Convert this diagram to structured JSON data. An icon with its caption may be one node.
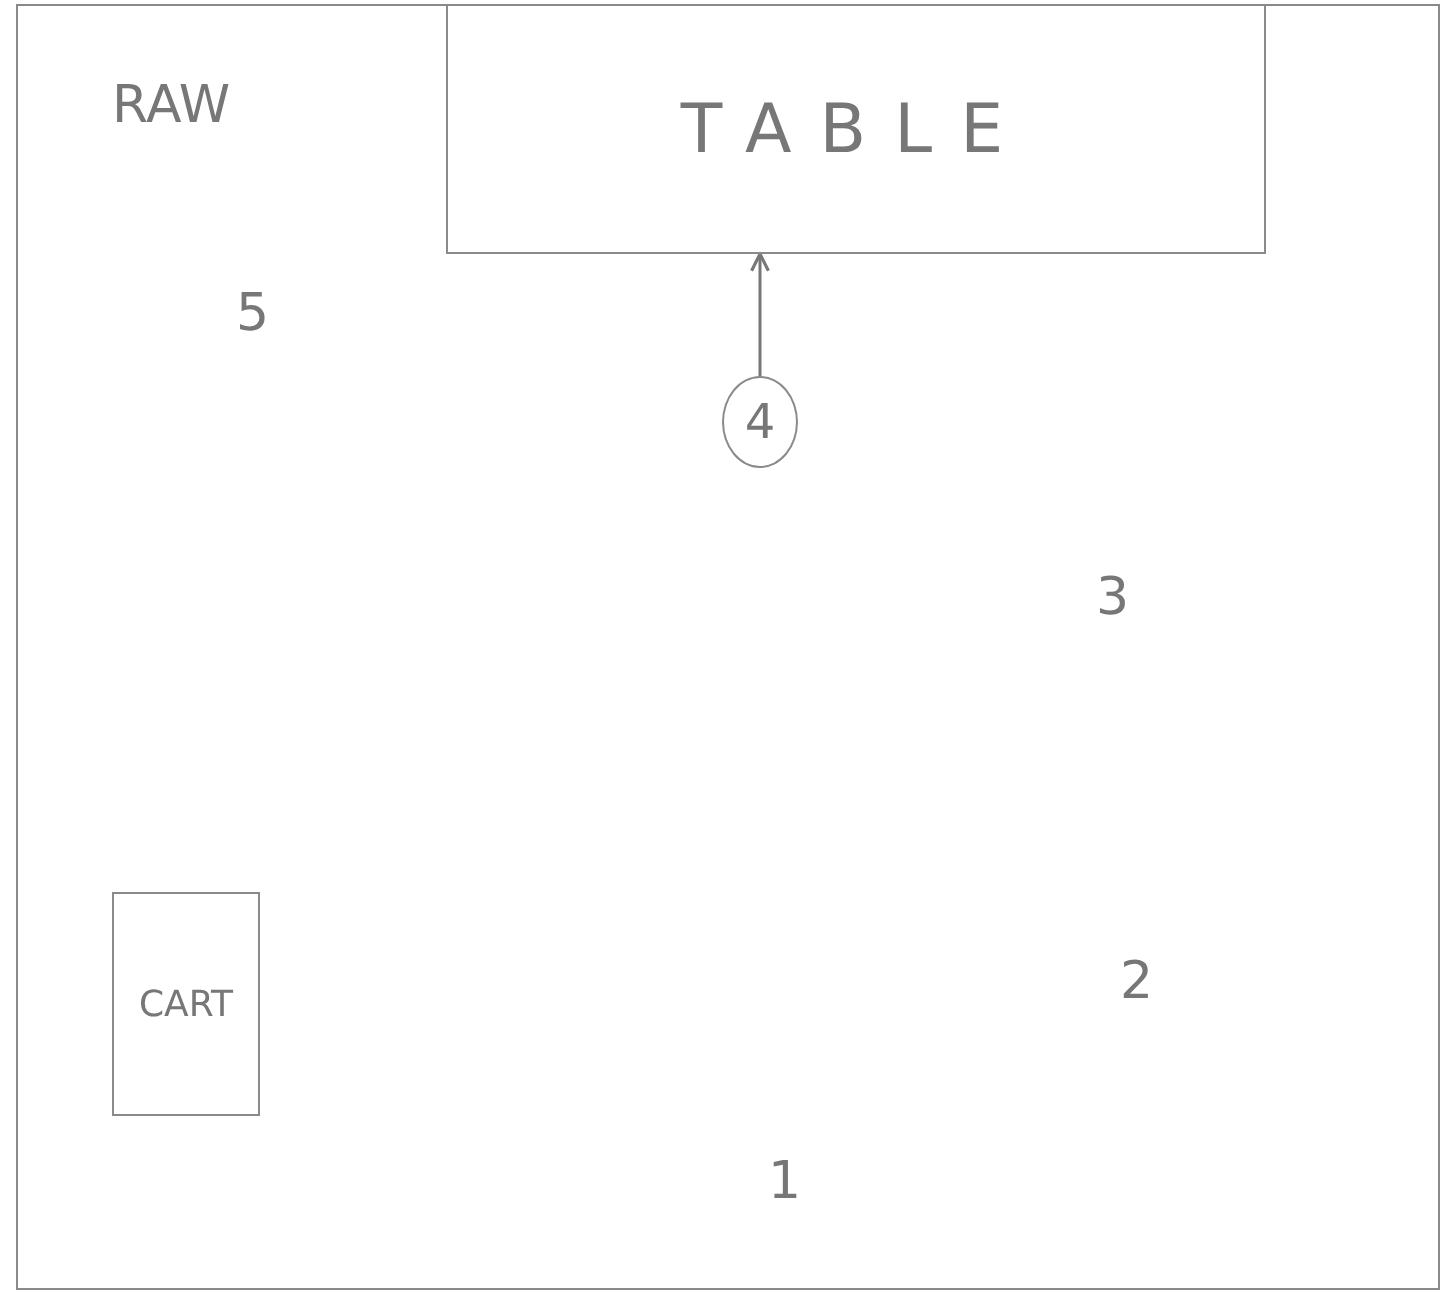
{
  "diagram": {
    "nodes": [
      {
        "text": [
          "TABLE"
        ]
      },
      {
        "text": [
          "4"
        ]
      },
      {
        "text": [
          "CART"
        ]
      }
    ],
    "edges": [
      {
        "from": 1,
        "to": 0,
        "arrow": "to"
      }
    ],
    "labels": [
      "RAW",
      "5",
      "3",
      "2",
      "1"
    ]
  }
}
